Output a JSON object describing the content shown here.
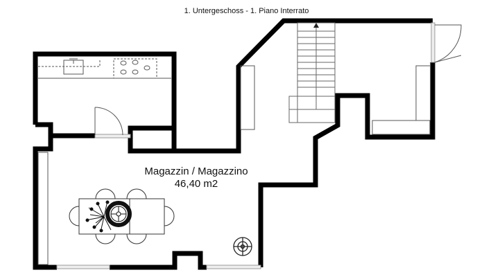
{
  "plan": {
    "title": "1. Untergeschoss - 1. Piano Interrato",
    "room": {
      "name": "Magazzin / Magazzino",
      "area": "46,40 m2"
    },
    "colors": {
      "wall": "#000000",
      "line": "#555555",
      "window": "#aaaaaa",
      "background": "#ffffff"
    },
    "symbols": [
      "staircase-arrow-up",
      "kitchen-sink",
      "cooktop",
      "door-swing",
      "dining-table-with-chairs",
      "plant",
      "floor-drain",
      "window"
    ]
  }
}
